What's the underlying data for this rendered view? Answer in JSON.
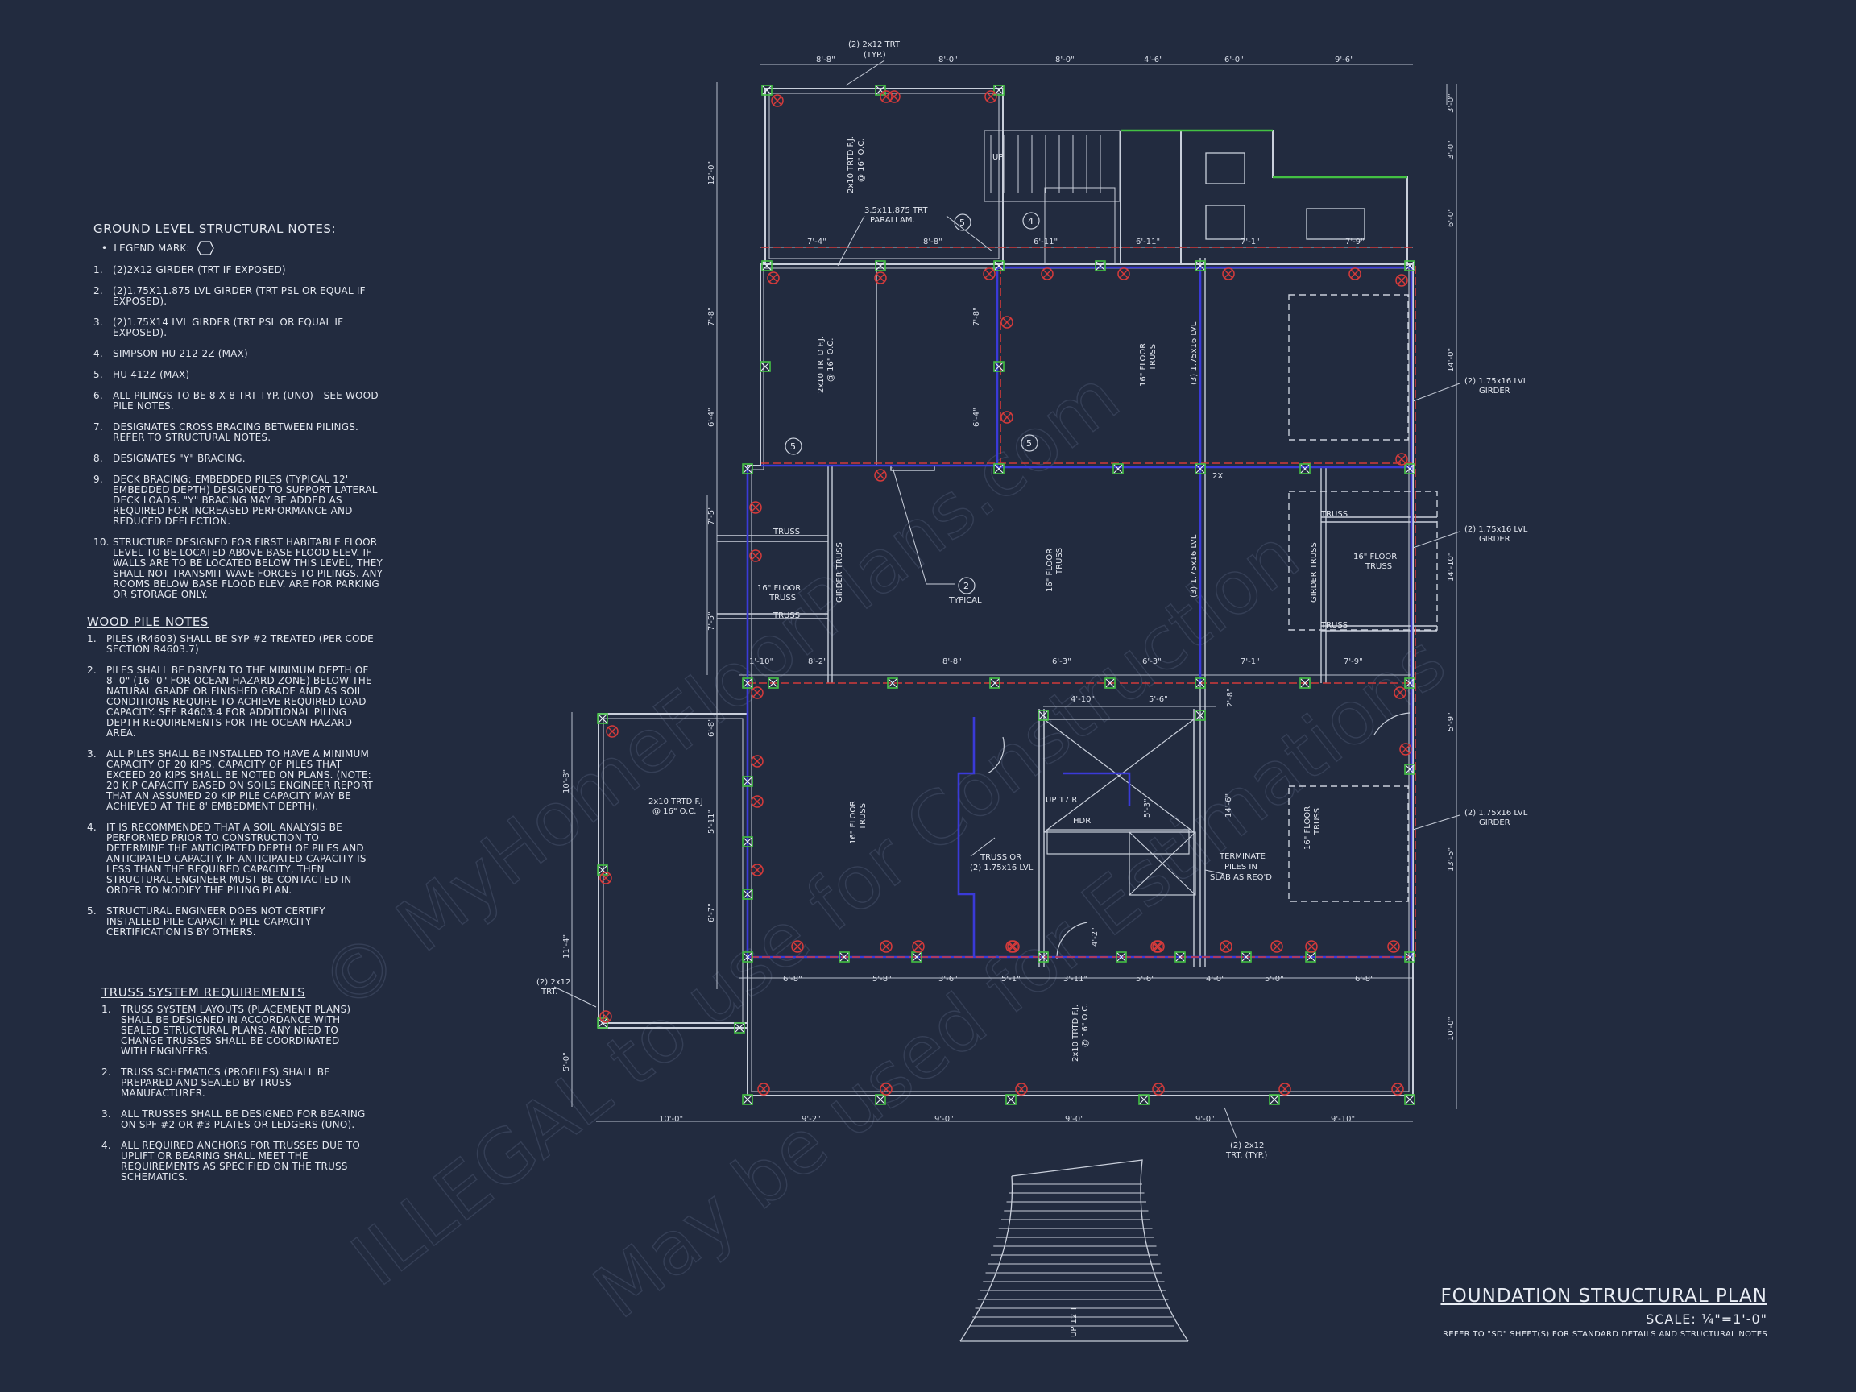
{
  "ground_notes": {
    "title": "GROUND LEVEL STRUCTURAL NOTES:",
    "legend": "LEGEND MARK:",
    "items": [
      {
        "n": "1.",
        "t": "(2)2X12 GIRDER (TRT IF EXPOSED)"
      },
      {
        "n": "2.",
        "t": "(2)1.75x11.875 LVL GIRDER (TRT PSL OR EQUAL IF EXPOSED)."
      },
      {
        "n": "3.",
        "t": "(2)1.75x14 LVL GIRDER (TRT PSL OR EQUAL IF EXPOSED)."
      },
      {
        "n": "4.",
        "t": "SIMPSON HU 212-2Z (MAX)"
      },
      {
        "n": "5.",
        "t": "HU 412Z (MAX)"
      },
      {
        "n": "6.",
        "t": "ALL PILINGS TO BE 8 x 8 TRT TYP. (UNO) - SEE WOOD PILE NOTES."
      },
      {
        "n": "7.",
        "t": "DESIGNATES CROSS BRACING BETWEEN PILINGS. REFER TO STRUCTURAL NOTES."
      },
      {
        "n": "8.",
        "t": "DESIGNATES \"Y\" BRACING."
      },
      {
        "n": "9.",
        "t": "DECK BRACING: EMBEDDED PILES (TYPICAL 12' EMBEDDED DEPTH) DESIGNED TO SUPPORT LATERAL DECK LOADS. \"Y\" BRACING MAY BE ADDED AS REQUIRED FOR INCREASED PERFORMANCE AND REDUCED DEFLECTION."
      },
      {
        "n": "10.",
        "t": "STRUCTURE DESIGNED FOR FIRST HABITABLE FLOOR LEVEL TO BE LOCATED ABOVE BASE FLOOD ELEV. IF WALLS ARE TO BE LOCATED BELOW THIS LEVEL, THEY SHALL NOT TRANSMIT WAVE FORCES TO PILINGS. ANY ROOMS BELOW BASE FLOOD ELEV. ARE FOR PARKING OR STORAGE ONLY."
      }
    ]
  },
  "wood_notes": {
    "title": "WOOD PILE NOTES",
    "items": [
      {
        "n": "1.",
        "t": "PILES (R4603) SHALL BE SYP #2 TREATED (PER CODE SECTION R4603.7)"
      },
      {
        "n": "2.",
        "t": "PILES SHALL BE DRIVEN TO THE MINIMUM DEPTH OF 8'-0\" (16'-0\" FOR OCEAN HAZARD ZONE) BELOW THE NATURAL GRADE OR FINISHED GRADE AND AS SOIL CONDITIONS REQUIRE TO ACHIEVE REQUIRED LOAD CAPACITY. SEE R4603.4 FOR ADDITIONAL PILING DEPTH REQUIREMENTS FOR THE OCEAN HAZARD AREA."
      },
      {
        "n": "3.",
        "t": "ALL PILES SHALL BE INSTALLED TO HAVE A MINIMUM CAPACITY OF 20 KIPS. CAPACITY OF PILES THAT EXCEED 20 KIPS SHALL BE NOTED ON PLANS. (NOTE: 20 KIP CAPACITY BASED ON SOILS ENGINEER REPORT THAT AN ASSUMED 20 KIP PILE CAPACITY MAY BE ACHIEVED AT THE 8' EMBEDMENT DEPTH)."
      },
      {
        "n": "4.",
        "t": "IT IS RECOMMENDED THAT A SOIL ANALYSIS BE PERFORMED PRIOR TO CONSTRUCTION TO DETERMINE THE ANTICIPATED DEPTH OF PILES AND ANTICIPATED CAPACITY. IF ANTICIPATED CAPACITY IS LESS THAN THE REQUIRED CAPACITY, THEN STRUCTURAL ENGINEER MUST BE CONTACTED IN ORDER TO MODIFY THE PILING PLAN."
      },
      {
        "n": "5.",
        "t": "STRUCTURAL ENGINEER DOES NOT CERTIFY INSTALLED PILE CAPACITY. PILE CAPACITY CERTIFICATION IS BY OTHERS."
      }
    ]
  },
  "truss_notes": {
    "title": "TRUSS SYSTEM REQUIREMENTS",
    "items": [
      {
        "n": "1.",
        "t": "TRUSS SYSTEM LAYOUTS (PLACEMENT PLANS) SHALL BE DESIGNED IN ACCORDANCE WITH SEALED STRUCTURAL PLANS. ANY NEED TO CHANGE TRUSSES SHALL BE COORDINATED WITH ENGINEERS."
      },
      {
        "n": "2.",
        "t": "TRUSS SCHEMATICS (PROFILES) SHALL BE PREPARED AND SEALED BY TRUSS MANUFACTURER."
      },
      {
        "n": "3.",
        "t": "ALL TRUSSES SHALL BE DESIGNED FOR BEARING ON SPF #2 OR #3 PLATES OR LEDGERS (UNO)."
      },
      {
        "n": "4.",
        "t": "ALL REQUIRED ANCHORS FOR TRUSSES DUE TO UPLIFT OR BEARING SHALL MEET THE REQUIREMENTS AS SPECIFIED ON THE TRUSS SCHEMATICS."
      }
    ]
  },
  "plan": {
    "dims_top": [
      "8'-8\"",
      "8'-0\"",
      "8'-0\"",
      "4'-6\"",
      "6'-0\"",
      "9'-6\""
    ],
    "dims_row2": [
      "7'-4\"",
      "8'-8\"",
      "6'-11\"",
      "6'-11\"",
      "7'-1\"",
      "7'-9\""
    ],
    "dims_row3": [
      "1'-10\"",
      "8'-2\"",
      "8'-8\"",
      "6'-3\"",
      "6'-3\"",
      "7'-1\"",
      "7'-9\""
    ],
    "dims_row4": [
      "4'-10\"",
      "5'-6\""
    ],
    "dims_row5": [
      "6'-8\"",
      "5'-8\"",
      "3'-6\"",
      "5'-1\"",
      "3'-11\"",
      "5'-6\"",
      "4'-0\"",
      "5'-0\"",
      "6'-8\""
    ],
    "dims_bottom": [
      "10'-0\"",
      "9'-2\"",
      "9'-0\"",
      "9'-0\"",
      "9'-0\"",
      "9'-10\""
    ],
    "dims_left": [
      "12'-0\"",
      "7'-8\"",
      "6'-4\"",
      "7'-5\"",
      "7'-5\"",
      "6'-8\"",
      "5'-11\"",
      "6'-7\""
    ],
    "dims_far_left": [
      "10'-8\"",
      "11'-4\"",
      "5'-0\""
    ],
    "dims_right": [
      "3'-0\"",
      "3'-0\"",
      "6'-0\"",
      "14'-0\"",
      "14'-10\"",
      "5'-9\"",
      "13'-5\"",
      "10'-0\""
    ],
    "dims_inner": [
      "6'-4\"",
      "7'-8\"",
      "2'-8\"",
      "5'-3\"",
      "14'-6\"",
      "4'-2\""
    ],
    "labels": {
      "top_callout": "(2) 2x12 TRT",
      "top_callout2": "(TYP.)",
      "joist_top": "2x10 TRTD F.J.",
      "oc": "@ 16\" O.C.",
      "parallam": "3.5x11.875 TRT",
      "parallam2": "PARALLAM.",
      "floor_truss": "16\" FLOOR",
      "truss": "TRUSS",
      "lvl3": "(3) 1.75x16 LVL",
      "lvl_girder": "(2) 1.75x16 LVL",
      "girder": "GIRDER",
      "girder_truss": "GIRDER TRUSS",
      "typical": "TYPICAL",
      "joist_left": "2x10 TRTD F.J",
      "oc2": "@ 16\" O.C.",
      "truss_or": "TRUSS OR",
      "truss_or2": "(2) 1.75x16 LVL",
      "terminate": "TERMINATE",
      "terminate2": "PILES IN",
      "terminate3": "SLAB AS REQ'D",
      "left_callout": "(2) 2x12",
      "left_callout2": "TRT.",
      "bottom_callout": "(2) 2x12",
      "bottom_callout2": "TRT. (TYP.)",
      "up": "UP",
      "up17r": "UP 17 R",
      "hdr": "HDR",
      "up12t": "UP 12 T",
      "tag2x": "2X",
      "m2": "2",
      "m4": "4",
      "m5": "5"
    }
  },
  "watermark": {
    "line1": "© MyHomeFloorPlans.com",
    "line2": "ILLEGAL to use for Construction",
    "line3": "May be used for Estimations"
  },
  "title_block": {
    "title": "FOUNDATION STRUCTURAL PLAN",
    "scale": "SCALE: ¼\"=1'-0\"",
    "ref": "REFER TO \"SD\" SHEET(S) FOR STANDARD DETAILS AND STRUCTURAL NOTES"
  },
  "colors": {
    "background": "#222b3f",
    "line": "#c9cfdb",
    "beam_blue": "#3a3ad8",
    "beam_red": "#d23a3a",
    "pile_green": "#43c143",
    "x_red": "#d63b3b"
  }
}
